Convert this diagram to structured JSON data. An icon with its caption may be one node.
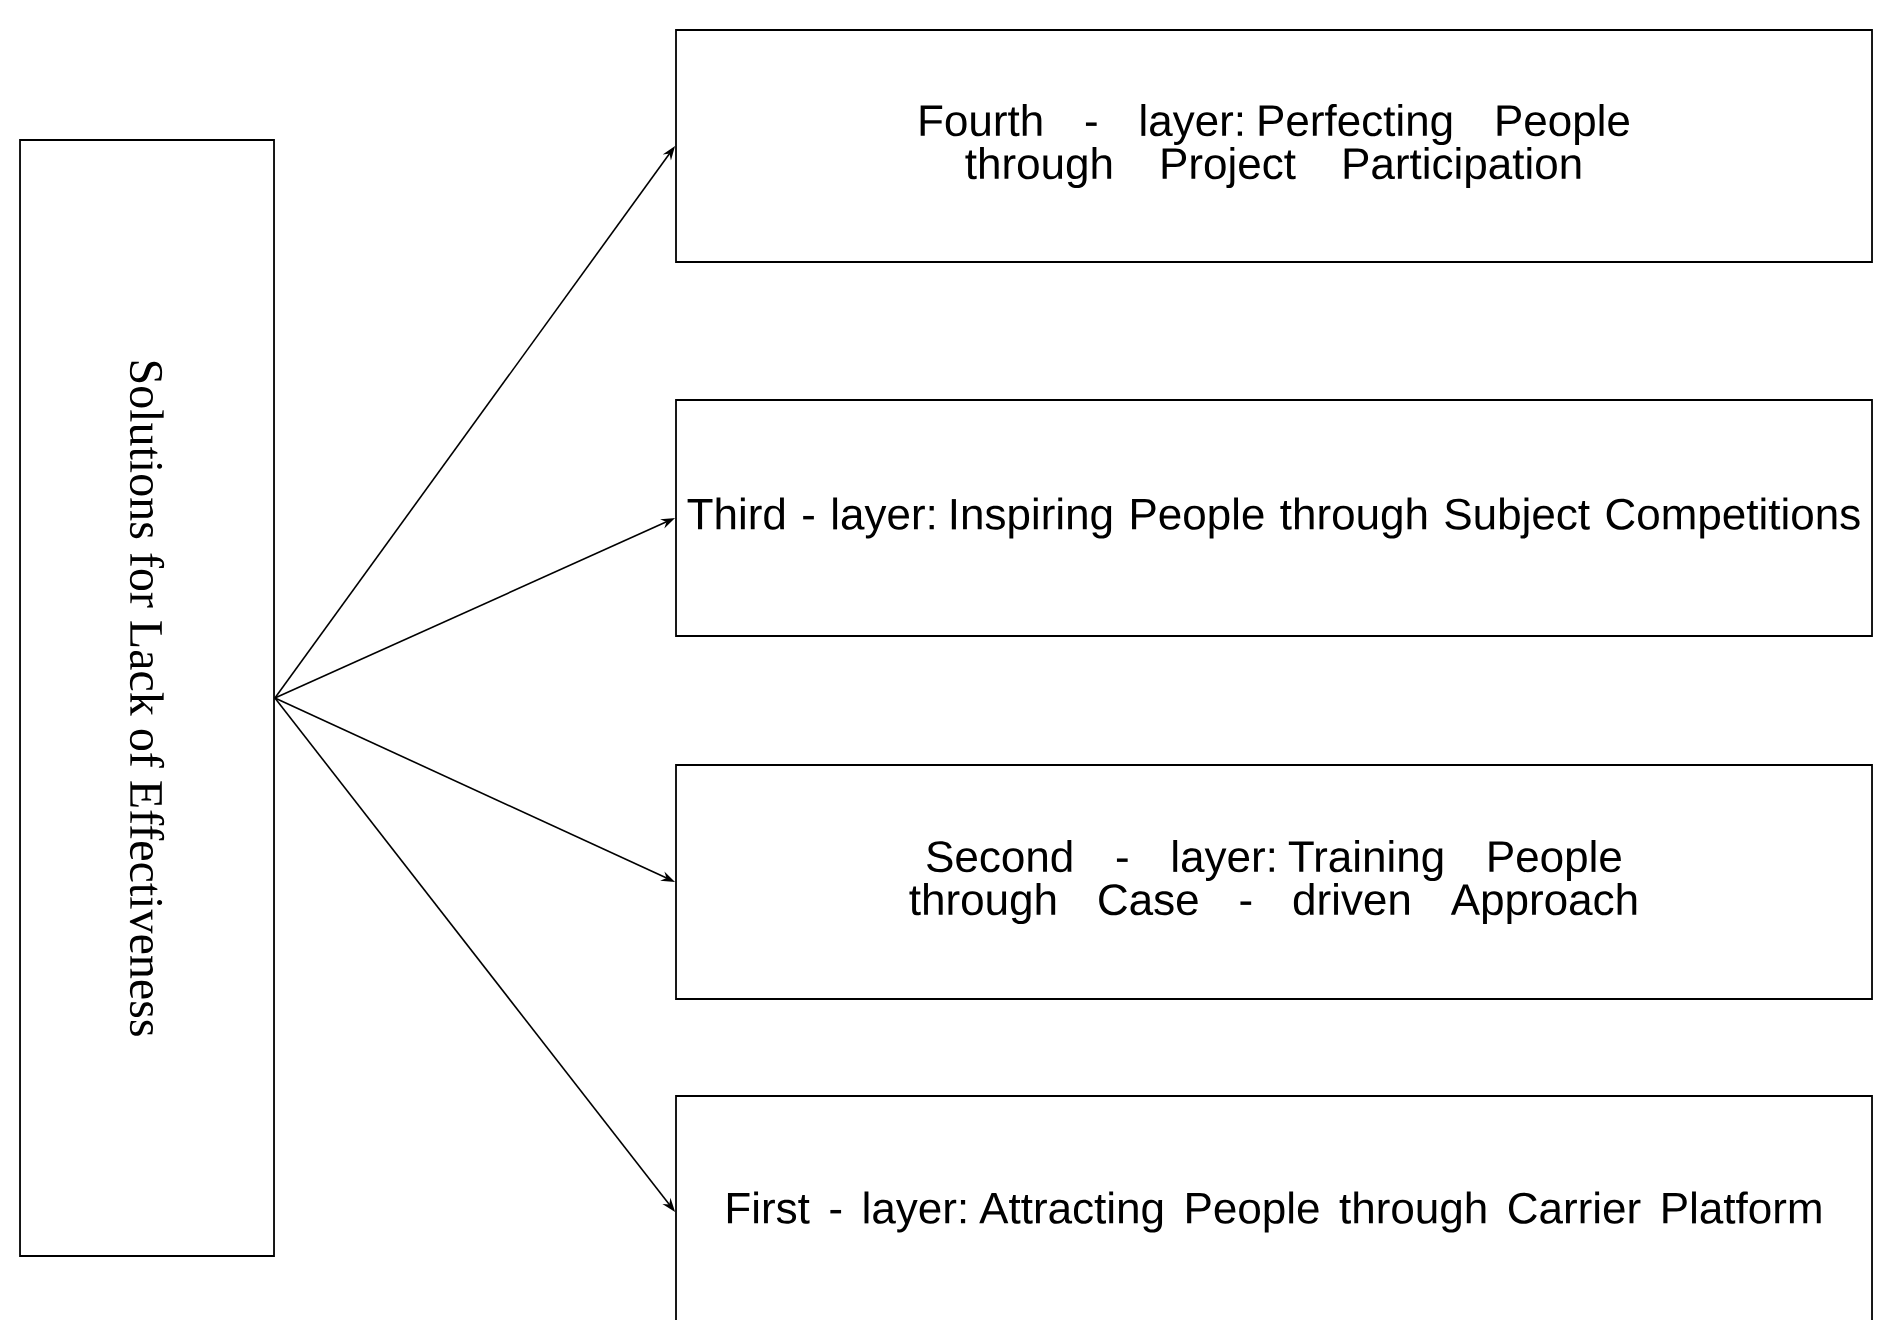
{
  "diagram": {
    "nodes": [
      {
        "text": [
          "Solutions for Lack of Effectiveness"
        ]
      },
      {
        "text": [
          "Fourth - layer: Perfecting People through Project Participation"
        ]
      },
      {
        "text": [
          "Third - layer: Inspiring People through Subject Competitions"
        ]
      },
      {
        "text": [
          "Second - layer: Training People through Case - driven Approach"
        ]
      },
      {
        "text": [
          "First - layer: Attracting People through Carrier Platform"
        ]
      }
    ],
    "edges": [
      {
        "from": 0,
        "to": 1,
        "arrow": "to"
      },
      {
        "from": 0,
        "to": 2,
        "arrow": "to"
      },
      {
        "from": 0,
        "to": 3,
        "arrow": "to"
      },
      {
        "from": 0,
        "to": 4,
        "arrow": "to"
      }
    ]
  }
}
